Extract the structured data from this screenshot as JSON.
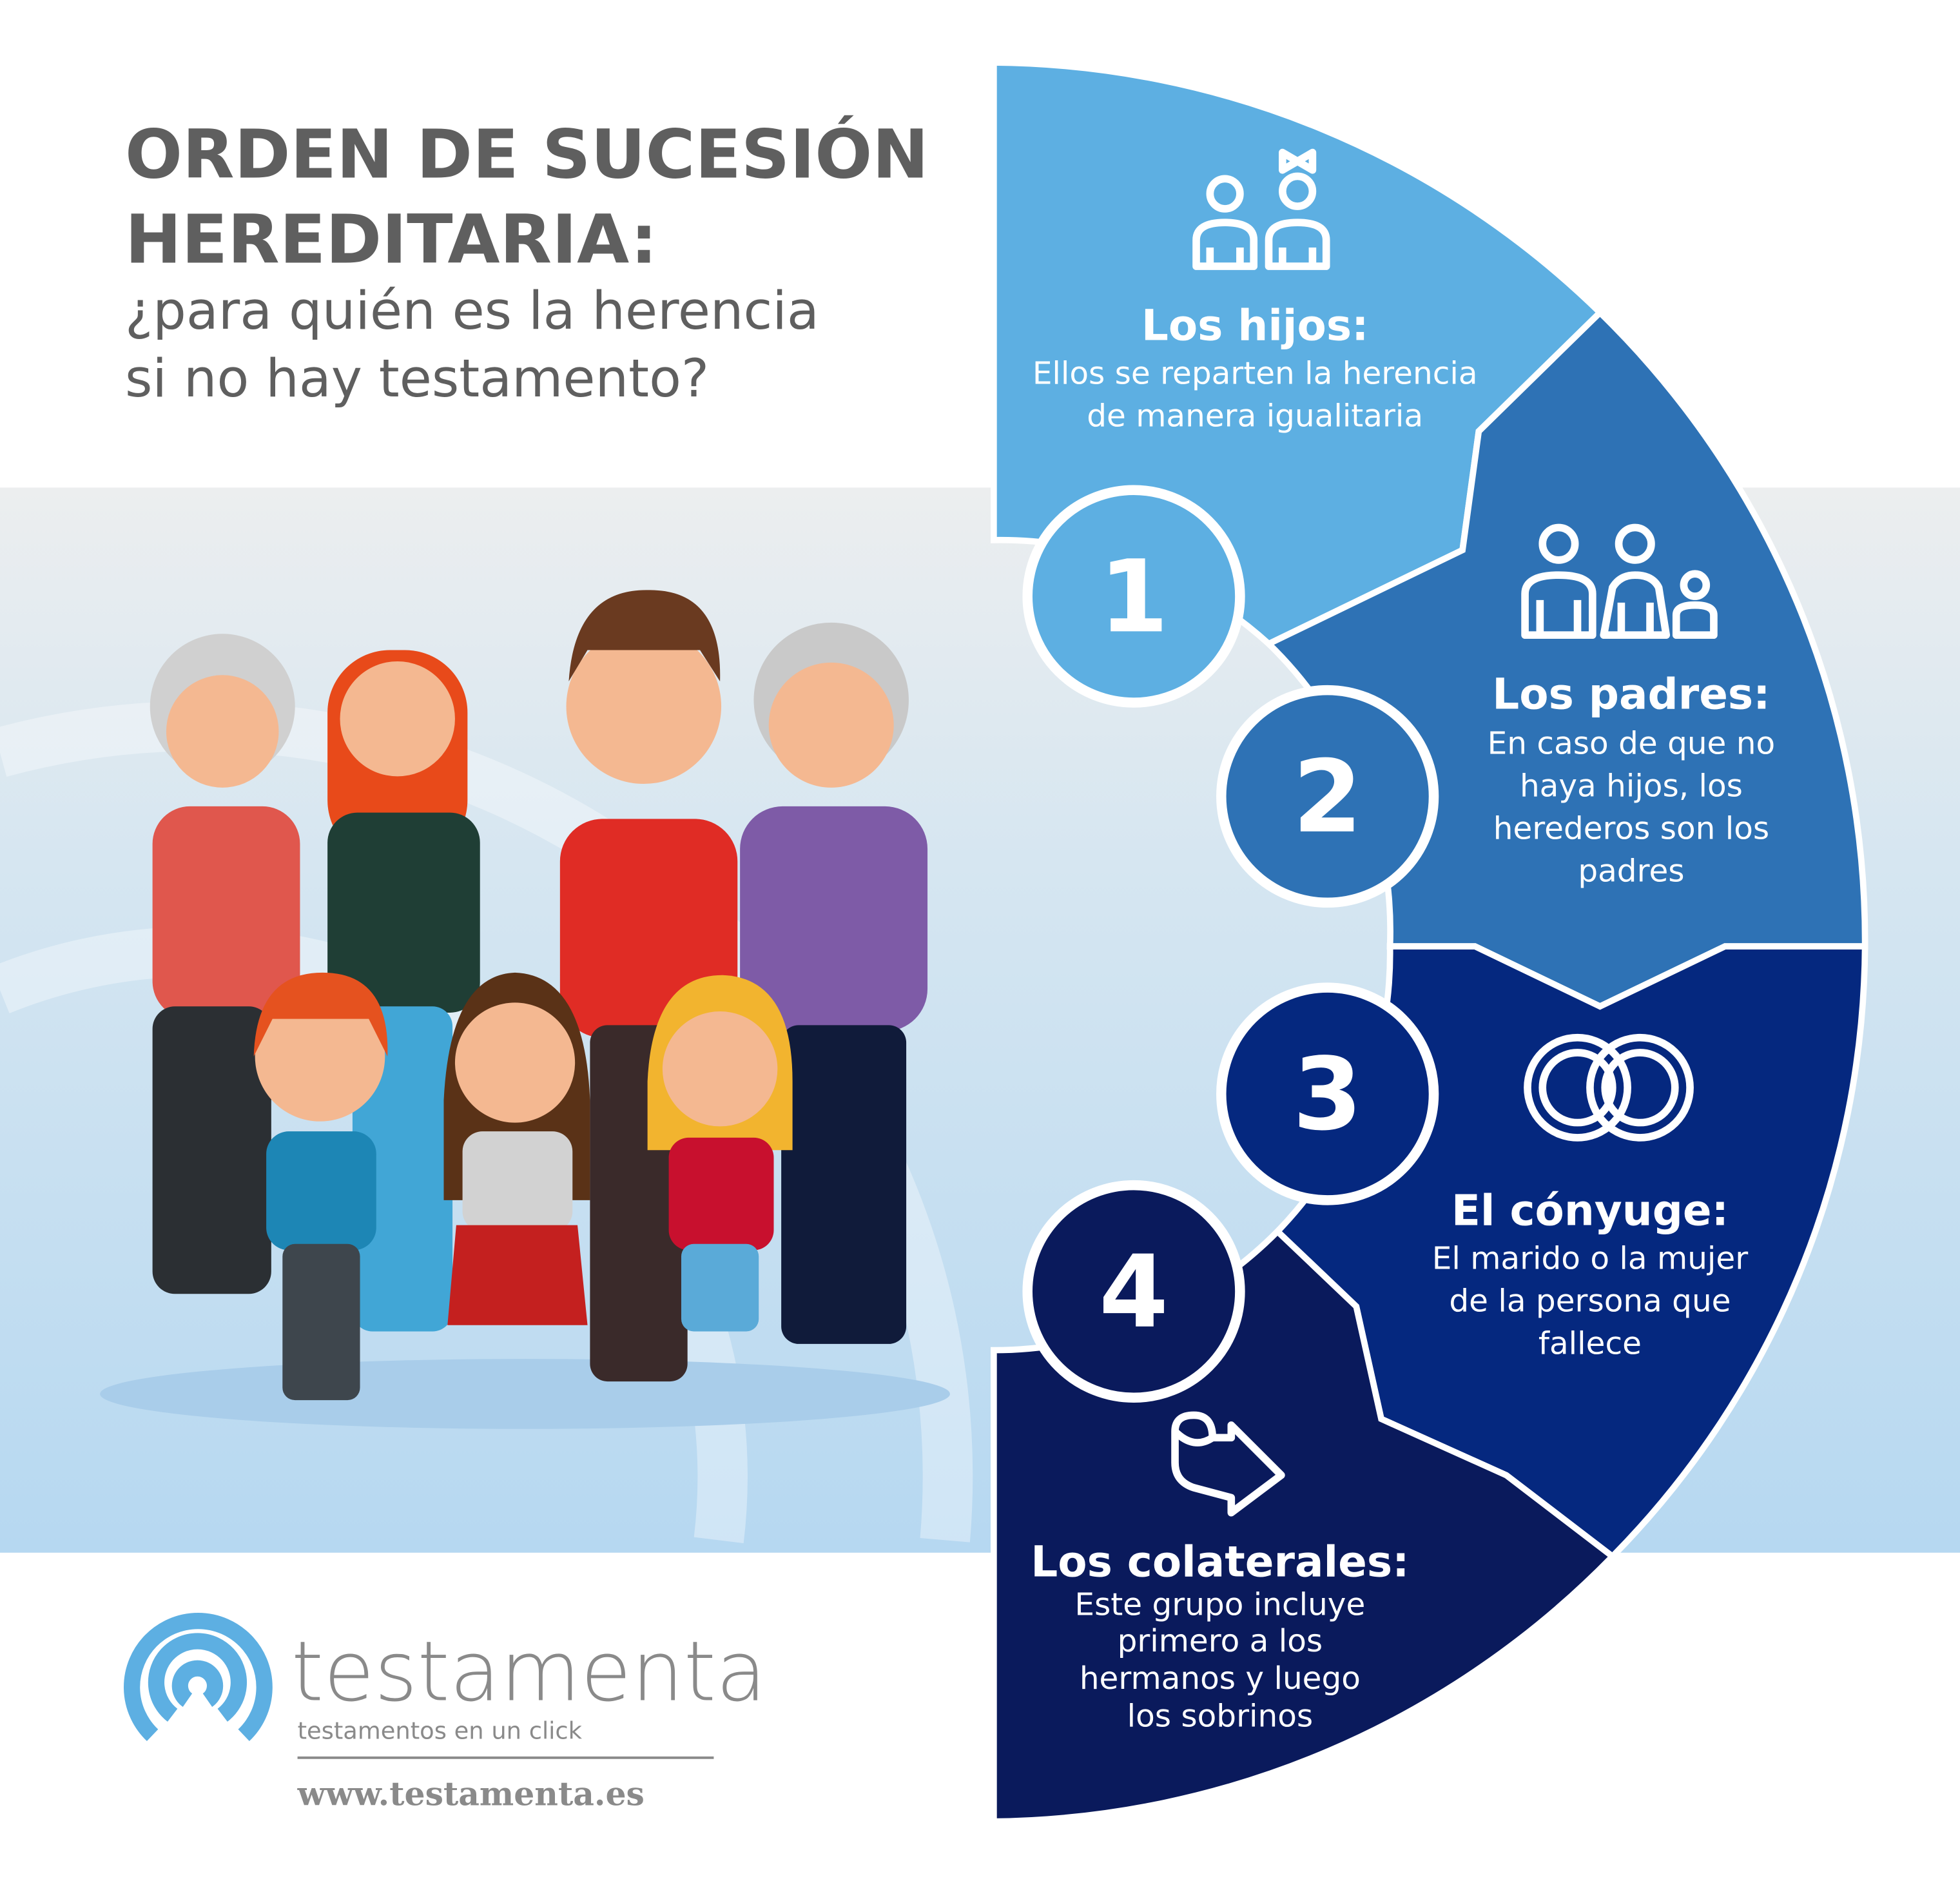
{
  "title": {
    "lines": [
      "ORDEN DE SUCESIÓN",
      "HEREDITARIA:"
    ],
    "subtitle_lines": [
      "¿para quién es la herencia",
      "si no hay testamento?"
    ]
  },
  "steps": [
    {
      "number": "1",
      "icon": "children-icon",
      "heading": "Los hijos:",
      "body": [
        "Ellos se reparten la herencia",
        "de manera igualitaria"
      ],
      "color": "#5DAFE2"
    },
    {
      "number": "2",
      "icon": "parents-icon",
      "heading": "Los padres:",
      "body": [
        "En caso de que no",
        "haya hijos, los",
        "herederos son los",
        "padres"
      ],
      "color": "#2E72B5"
    },
    {
      "number": "3",
      "icon": "wedding-rings-icon",
      "heading": "El cónyuge:",
      "body": [
        "El marido o la mujer",
        "de la persona que",
        "fallece"
      ],
      "color": "#05287F"
    },
    {
      "number": "4",
      "icon": "scroll-arrow-icon",
      "heading": "Los colaterales:",
      "body": [
        "Este grupo incluye",
        "primero a los",
        "hermanos y luego",
        "los sobrinos"
      ],
      "color": "#0A1A5C"
    }
  ],
  "logo": {
    "name": "testamenta",
    "tagline": "testamentos en un click",
    "url": "www.testamenta.es",
    "color": "#5DAFE2"
  }
}
